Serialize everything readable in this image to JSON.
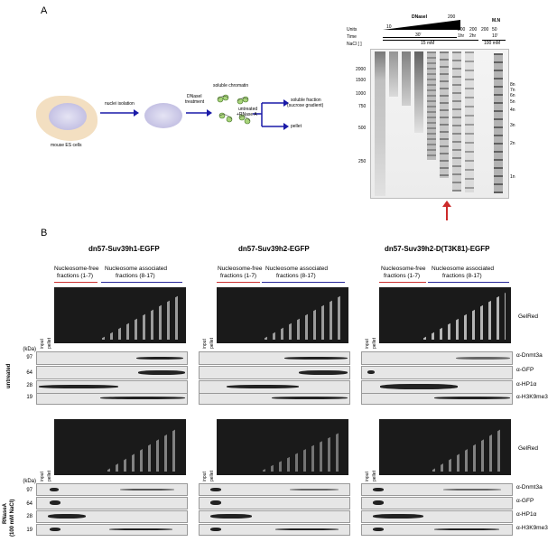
{
  "panel_a": {
    "letter": "A",
    "schematic": {
      "cells_label": "mouse ES cells",
      "step1": "nuclei isolation",
      "step2_line1": "DNaseI",
      "step2_line2": "treatment",
      "soluble": "soluble chromatin",
      "untreated": "untreated",
      "rnase": "+RNase A",
      "soluble_fraction_line1": "soluble fraction",
      "soluble_fraction_line2": "(sucrose gradient)",
      "pellet": "pellet"
    },
    "gel": {
      "units_label": "Units",
      "time_label": "Time",
      "nacl_label": "NaCl [ ]",
      "dnase_label": "DNaseI",
      "units_10": "10",
      "units_200a": "200",
      "units_200b": "200",
      "units_200c": "200",
      "units_200d": "200",
      "units_50": "50",
      "mn_label": "M.N",
      "time_30": "30'",
      "time_1hr": "1hr",
      "time_2hr": "2hr",
      "time_10": "10'",
      "nacl_15": "15 mM",
      "nacl_100": "100 mM",
      "ladder": [
        "2000",
        "1500",
        "1000",
        "750",
        "500",
        "250"
      ],
      "nuc": [
        "8n",
        "7n",
        "6n",
        "5n",
        "4n",
        "3n",
        "2n",
        "1n"
      ]
    }
  },
  "panel_b": {
    "letter": "B",
    "row_untreated": "untreated",
    "row_rnase_line1": "RNaseA",
    "row_rnase_line2": "(100 mM NaCl)",
    "kda": "(kDa)",
    "input": "input",
    "pellet": "pellet",
    "free_line1": "Nucleosome-free",
    "free_line2": "fractions (1-7)",
    "assoc_line1": "Nucleosome associated",
    "assoc_line2": "fractions (8-17)",
    "gelred": "GelRed",
    "columns": [
      {
        "title": "dn57-Suv39h1-EGFP"
      },
      {
        "title": "dn57-Suv39h2-EGFP"
      },
      {
        "title": "dn57-Suv39h2-D(T3K81)-EGFP"
      }
    ],
    "markers": [
      "97",
      "64",
      "28",
      "19"
    ],
    "antibodies": [
      "α-Dnmt3a",
      "α-GFP",
      "α-HP1α",
      "α-H3K9me3"
    ]
  },
  "colors": {
    "arrow_blue": "#1a1aa8",
    "arrow_red": "#cc2a2a",
    "free_line": "#cc3333",
    "assoc_line": "#2a2a9a"
  }
}
